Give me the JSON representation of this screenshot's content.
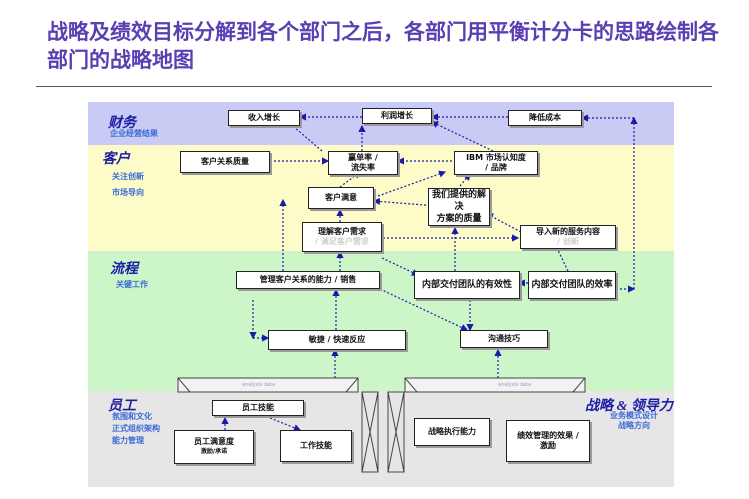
{
  "title": "战略及绩效目标分解到各个部门之后，各部门用平衡计分卡的思路绘制各部门的战略地图",
  "bands": {
    "financial": {
      "label": "财务",
      "sub": "企业经营结果"
    },
    "customer": {
      "label": "客户",
      "sub1": "关注创新",
      "sub2": "市场导向"
    },
    "process": {
      "label": "流程",
      "sub": "关键工作"
    },
    "employee": {
      "label": "员工",
      "sub1": "氛围和文化",
      "sub2": "正式组织架构",
      "sub3": "能力管理"
    },
    "leadership": {
      "label": "战略 & 领导力",
      "sub1": "业务模式设计",
      "sub2": "战略方向"
    }
  },
  "boxes": {
    "revenue": "收入增长",
    "profit": "利润增长",
    "cost": "降低成本",
    "cust_rel": "客户关系质量",
    "win_rate_1": "赢单率 /",
    "win_rate_2": "流失率",
    "ibm_1": "IBM  市场认知度",
    "ibm_2": "/ 品牌",
    "cust_sat": "客户满意",
    "solution_1": "我们提供的解决",
    "solution_2": "方案的质量",
    "understand_1": "理解客户需求",
    "understand_2": "/ 满足客户需求",
    "new_service_1": "导入新的服务内容",
    "new_service_2": "/ 创新",
    "manage_rel": "管理客户关系的能力 / 销售",
    "delivery_eff": "内部交付团队的有效性",
    "delivery_effic": "内部交付团队的效率",
    "agile": "敏捷 / 快速反应",
    "comm": "沟通技巧",
    "emp_skill": "员工技能",
    "emp_sat_1": "员工满意度",
    "emp_sat_2": "激励/承诺",
    "work_skill": "工作技能",
    "exec": "战略执行能力",
    "perf_1": "绩效管理的效果 /",
    "perf_2": "激励"
  },
  "tiny_left": "analysis data",
  "tiny_right": "analysis data"
}
